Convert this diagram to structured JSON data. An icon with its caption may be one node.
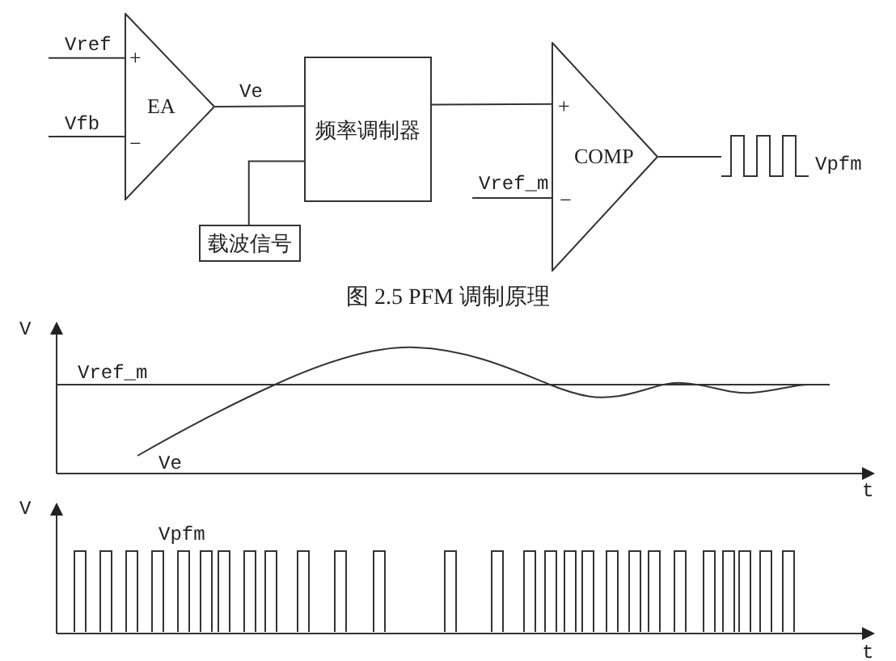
{
  "diagram": {
    "caption": "图 2.5 PFM 调制原理",
    "nodes": [
      {
        "text": [
          "EA"
        ]
      },
      {
        "text": [
          "频率调制器"
        ]
      },
      {
        "text": [
          "载波信号"
        ]
      },
      {
        "text": [
          "COMP"
        ]
      },
      {
        "text": [
          "Vpfm"
        ]
      }
    ],
    "edges": [
      {
        "from": null,
        "to": 0,
        "arrow": "none",
        "label": "Vref"
      },
      {
        "from": null,
        "to": 0,
        "arrow": "none",
        "label": "Vfb"
      },
      {
        "from": 0,
        "to": 1,
        "arrow": "none",
        "label": "Ve"
      },
      {
        "from": 2,
        "to": 1,
        "arrow": "none"
      },
      {
        "from": 1,
        "to": 3,
        "arrow": "none"
      },
      {
        "from": null,
        "to": 3,
        "arrow": "none",
        "label": "Vref_m"
      },
      {
        "from": 3,
        "to": 4,
        "arrow": "none"
      }
    ],
    "labels": [
      "+",
      "−",
      "+",
      "−",
      "V",
      "Vref_m",
      "Ve",
      "t",
      "V",
      "Vpfm",
      "t"
    ]
  }
}
